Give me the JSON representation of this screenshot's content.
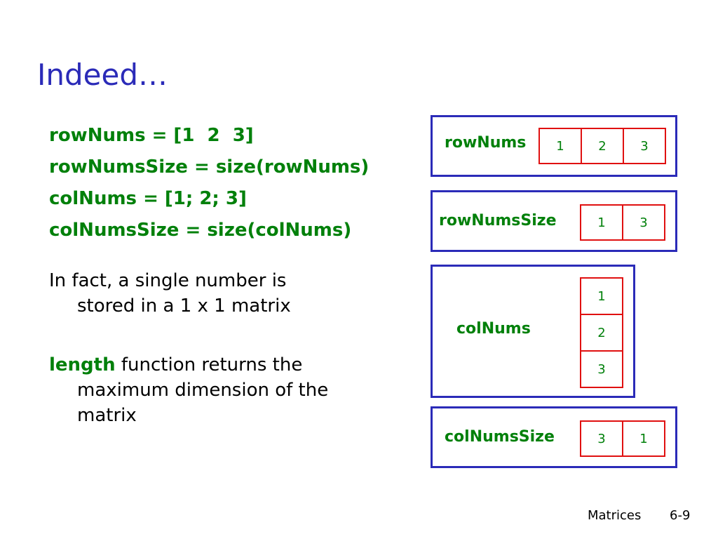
{
  "title": "Indeed…",
  "code_lines": [
    "rowNums = [1  2  3]",
    "rowNumsSize = size(rowNums)",
    "colNums = [1; 2; 3]",
    "colNumsSize = size(colNums)"
  ],
  "para1": {
    "line1": "In fact, a single number is",
    "line2": "stored in a 1 x 1 matrix"
  },
  "para2": {
    "keyword": "length",
    "rest": " function returns the",
    "line2": "maximum dimension of the",
    "line3": "matrix"
  },
  "diagram": {
    "rowNums": {
      "label": "rowNums",
      "cells": [
        "1",
        "2",
        "3"
      ]
    },
    "rowNumsSize": {
      "label": "rowNumsSize",
      "cells": [
        "1",
        "3"
      ]
    },
    "colNums": {
      "label": "colNums",
      "cells": [
        "1",
        "2",
        "3"
      ]
    },
    "colNumsSize": {
      "label": "colNumsSize",
      "cells": [
        "3",
        "1"
      ]
    }
  },
  "footer": {
    "section": "Matrices",
    "page": "6-9"
  },
  "colors": {
    "title": "#2B2BB8",
    "code": "#00800A",
    "box_border": "#2B2BB8",
    "cell_border": "#E01010"
  }
}
